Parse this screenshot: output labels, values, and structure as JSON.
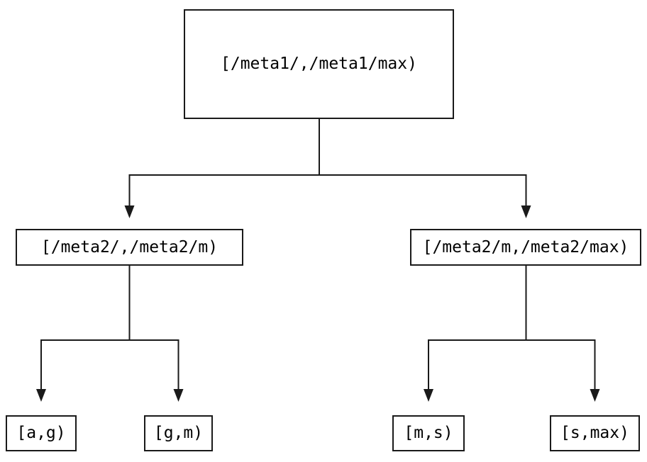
{
  "nodes": {
    "root": {
      "label": "[/meta1/,/meta1/max)"
    },
    "left_child": {
      "label": "[/meta2/,/meta2/m)"
    },
    "right_child": {
      "label": "[/meta2/m,/meta2/max)"
    },
    "leaf_a_g": {
      "label": "[a,g)"
    },
    "leaf_g_m": {
      "label": "[g,m)"
    },
    "leaf_m_s": {
      "label": "[m,s)"
    },
    "leaf_s_max": {
      "label": "[s,max)"
    }
  },
  "edges": [
    {
      "from": "root",
      "to": "left_child"
    },
    {
      "from": "root",
      "to": "right_child"
    },
    {
      "from": "left_child",
      "to": "leaf_a_g"
    },
    {
      "from": "left_child",
      "to": "leaf_g_m"
    },
    {
      "from": "right_child",
      "to": "leaf_m_s"
    },
    {
      "from": "right_child",
      "to": "leaf_s_max"
    }
  ],
  "colors": {
    "background": "#ffffff",
    "line": "#1a1a1a",
    "node_fill": "#ffffff",
    "node_border": "#1a1a1a",
    "text": "#000000"
  }
}
